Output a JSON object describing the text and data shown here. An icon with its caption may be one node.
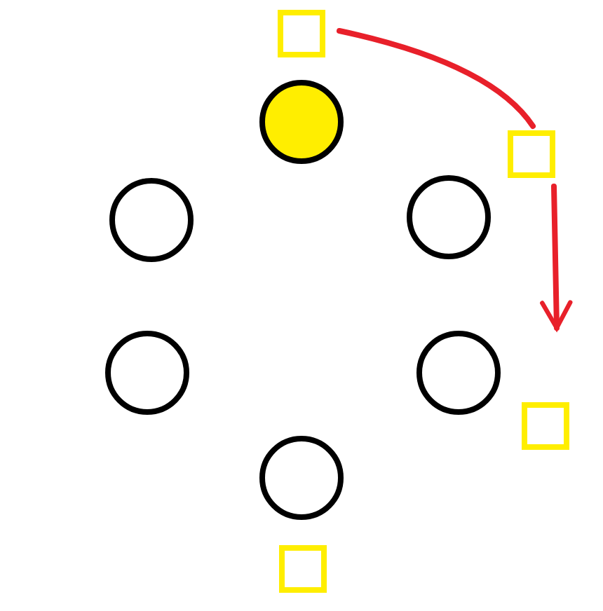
{
  "diagram": {
    "nodes": [
      {
        "text": [],
        "shape": "box"
      },
      {
        "text": [],
        "shape": "circle"
      },
      {
        "text": [],
        "shape": "box"
      },
      {
        "text": [],
        "shape": "circle"
      },
      {
        "text": [],
        "shape": "circle"
      },
      {
        "text": [],
        "shape": "circle"
      },
      {
        "text": [],
        "shape": "circle"
      },
      {
        "text": [],
        "shape": "box"
      },
      {
        "text": [],
        "shape": "circle"
      },
      {
        "text": [],
        "shape": "box"
      }
    ],
    "edges": [
      {
        "from": 0,
        "to": 2,
        "arrow": "none",
        "color": "#e8202a"
      },
      {
        "from": 2,
        "to": null,
        "arrow": "to",
        "color": "#e8202a"
      }
    ]
  }
}
